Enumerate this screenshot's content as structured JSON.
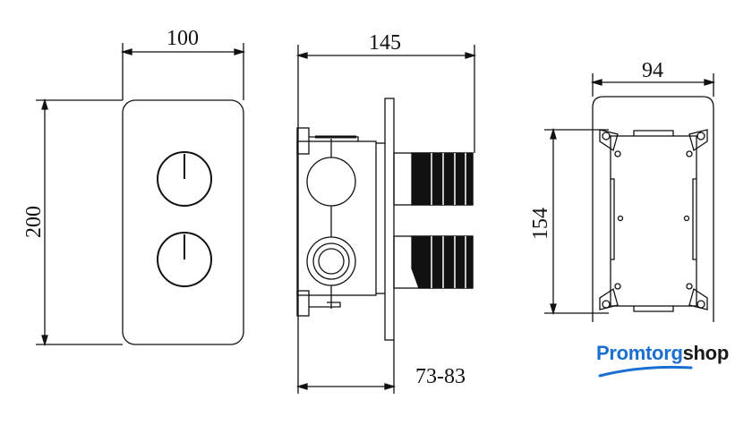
{
  "front_view": {
    "width_label": "100",
    "height_label": "200"
  },
  "side_view": {
    "depth_label": "145",
    "install_depth_label": "73-83"
  },
  "box_view": {
    "width_label": "94",
    "height_label": "154"
  },
  "logo": {
    "part1": "Promtorg",
    "part2": "shop",
    "color_primary": "#1a6fd1",
    "color_secondary": "#1a1a1a"
  }
}
